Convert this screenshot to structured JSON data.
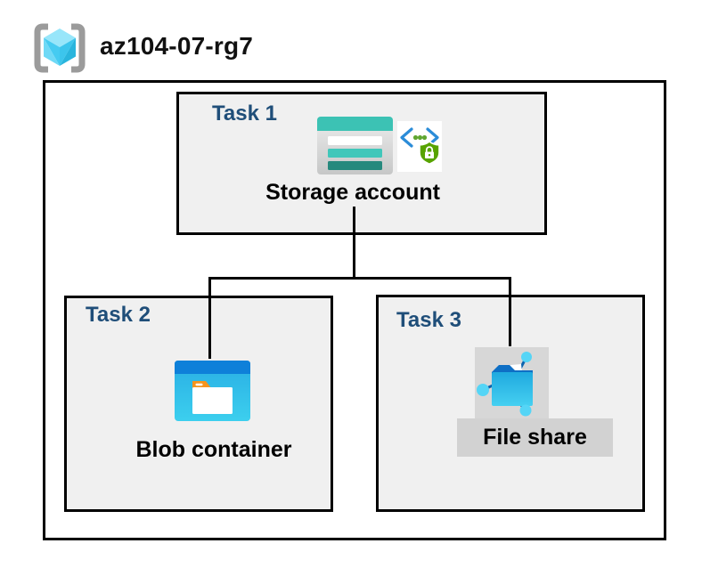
{
  "header": {
    "resource_group_name": "az104-07-rg7",
    "icon": "resource-group-icon"
  },
  "diagram": {
    "tasks": [
      {
        "label": "Task 1",
        "node": "Storage account",
        "icons": [
          "storage-account-icon",
          "secure-endpoint-icon"
        ]
      },
      {
        "label": "Task 2",
        "node": "Blob container",
        "icons": [
          "blob-container-icon"
        ]
      },
      {
        "label": "Task 3",
        "node": "File share",
        "icons": [
          "file-share-icon"
        ]
      }
    ],
    "connections": [
      {
        "from": "Storage account",
        "to": "Blob container"
      },
      {
        "from": "Storage account",
        "to": "File share"
      }
    ],
    "colors": {
      "task_label": "#1F4E79",
      "box_fill": "#F0F0F0",
      "box_border": "#000000",
      "connector": "#000000",
      "storage_teal": "#3CC2B4",
      "storage_teal_dark": "#26897D",
      "blob_title_blue": "#0E80D9",
      "blob_body_cyan": "#35C4EA",
      "folder_tab_orange": "#F7941E",
      "file_share_bg_gray": "#D7D7D7",
      "file_share_label_gray": "#D2D2D2",
      "shield_green": "#57A300",
      "code_bracket_blue": "#2B8CD8",
      "rg_bracket_gray": "#9B9B9B",
      "rg_cube_cyan": "#58D0F3"
    }
  }
}
